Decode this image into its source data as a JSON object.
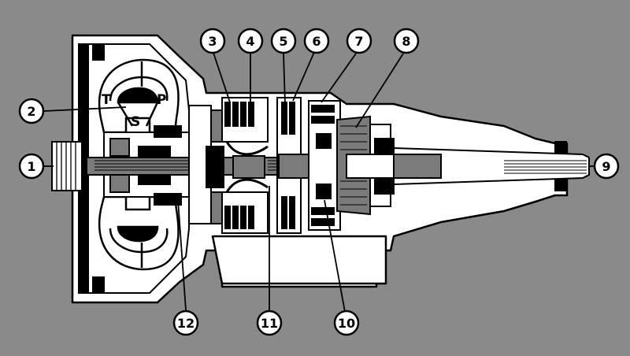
{
  "diagram": {
    "callouts": [
      {
        "id": "c1",
        "text": "1"
      },
      {
        "id": "c2",
        "text": "2"
      },
      {
        "id": "c3",
        "text": "3"
      },
      {
        "id": "c4",
        "text": "4"
      },
      {
        "id": "c5",
        "text": "5"
      },
      {
        "id": "c6",
        "text": "6"
      },
      {
        "id": "c7",
        "text": "7"
      },
      {
        "id": "c8",
        "text": "8"
      },
      {
        "id": "c9",
        "text": "9"
      },
      {
        "id": "c10",
        "text": "10"
      },
      {
        "id": "c11",
        "text": "11"
      },
      {
        "id": "c12",
        "text": "12"
      }
    ],
    "converter_labels": {
      "turbine": "T",
      "pump": "P",
      "stator": "S"
    },
    "colors": {
      "background": "#8a8a8a",
      "housing": "#ffffff",
      "ink": "#000000",
      "shade": "#7a7a7a"
    }
  }
}
